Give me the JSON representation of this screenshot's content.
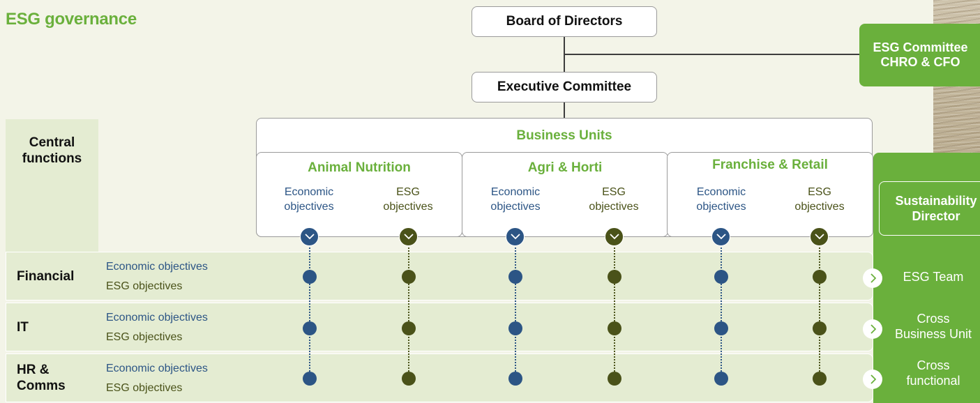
{
  "title": "ESG governance",
  "board": "Board of Directors",
  "executive": "Executive Committee",
  "esg_committee": {
    "line1": "ESG Committee",
    "line2": "CHRO & CFO"
  },
  "business_units": {
    "title": "Business Units",
    "units": [
      {
        "name": "Animal Nutrition",
        "eco": [
          "Economic",
          "objectives"
        ],
        "esg": [
          "ESG",
          "objectives"
        ]
      },
      {
        "name": "Agri & Horti",
        "eco": [
          "Economic",
          "objectives"
        ],
        "esg": [
          "ESG",
          "objectives"
        ]
      },
      {
        "name": "Franchise & Retail",
        "eco": [
          "Economic",
          "objectives"
        ],
        "esg": [
          "ESG",
          "objectives"
        ]
      }
    ]
  },
  "central_functions": {
    "label": [
      "Central",
      "functions"
    ],
    "rows": [
      {
        "name": [
          "Financial",
          ""
        ],
        "eco": "Economic objectives",
        "esg": "ESG objectives"
      },
      {
        "name": [
          "IT",
          ""
        ],
        "eco": "Economic objectives",
        "esg": "ESG objectives"
      },
      {
        "name": [
          "HR &",
          "Comms"
        ],
        "eco": "Economic objectives",
        "esg": "ESG objectives"
      }
    ]
  },
  "sustainability": {
    "director": [
      "Sustainability",
      "Director"
    ],
    "teams": [
      [
        "ESG Team",
        ""
      ],
      [
        "Cross",
        "Business Unit"
      ],
      [
        "Cross",
        "functional"
      ]
    ]
  },
  "colors": {
    "green": "#6ab03c",
    "economic_blue": "#2c5585",
    "esg_olive": "#4a5219",
    "row_bg": "#e4ecd2"
  }
}
